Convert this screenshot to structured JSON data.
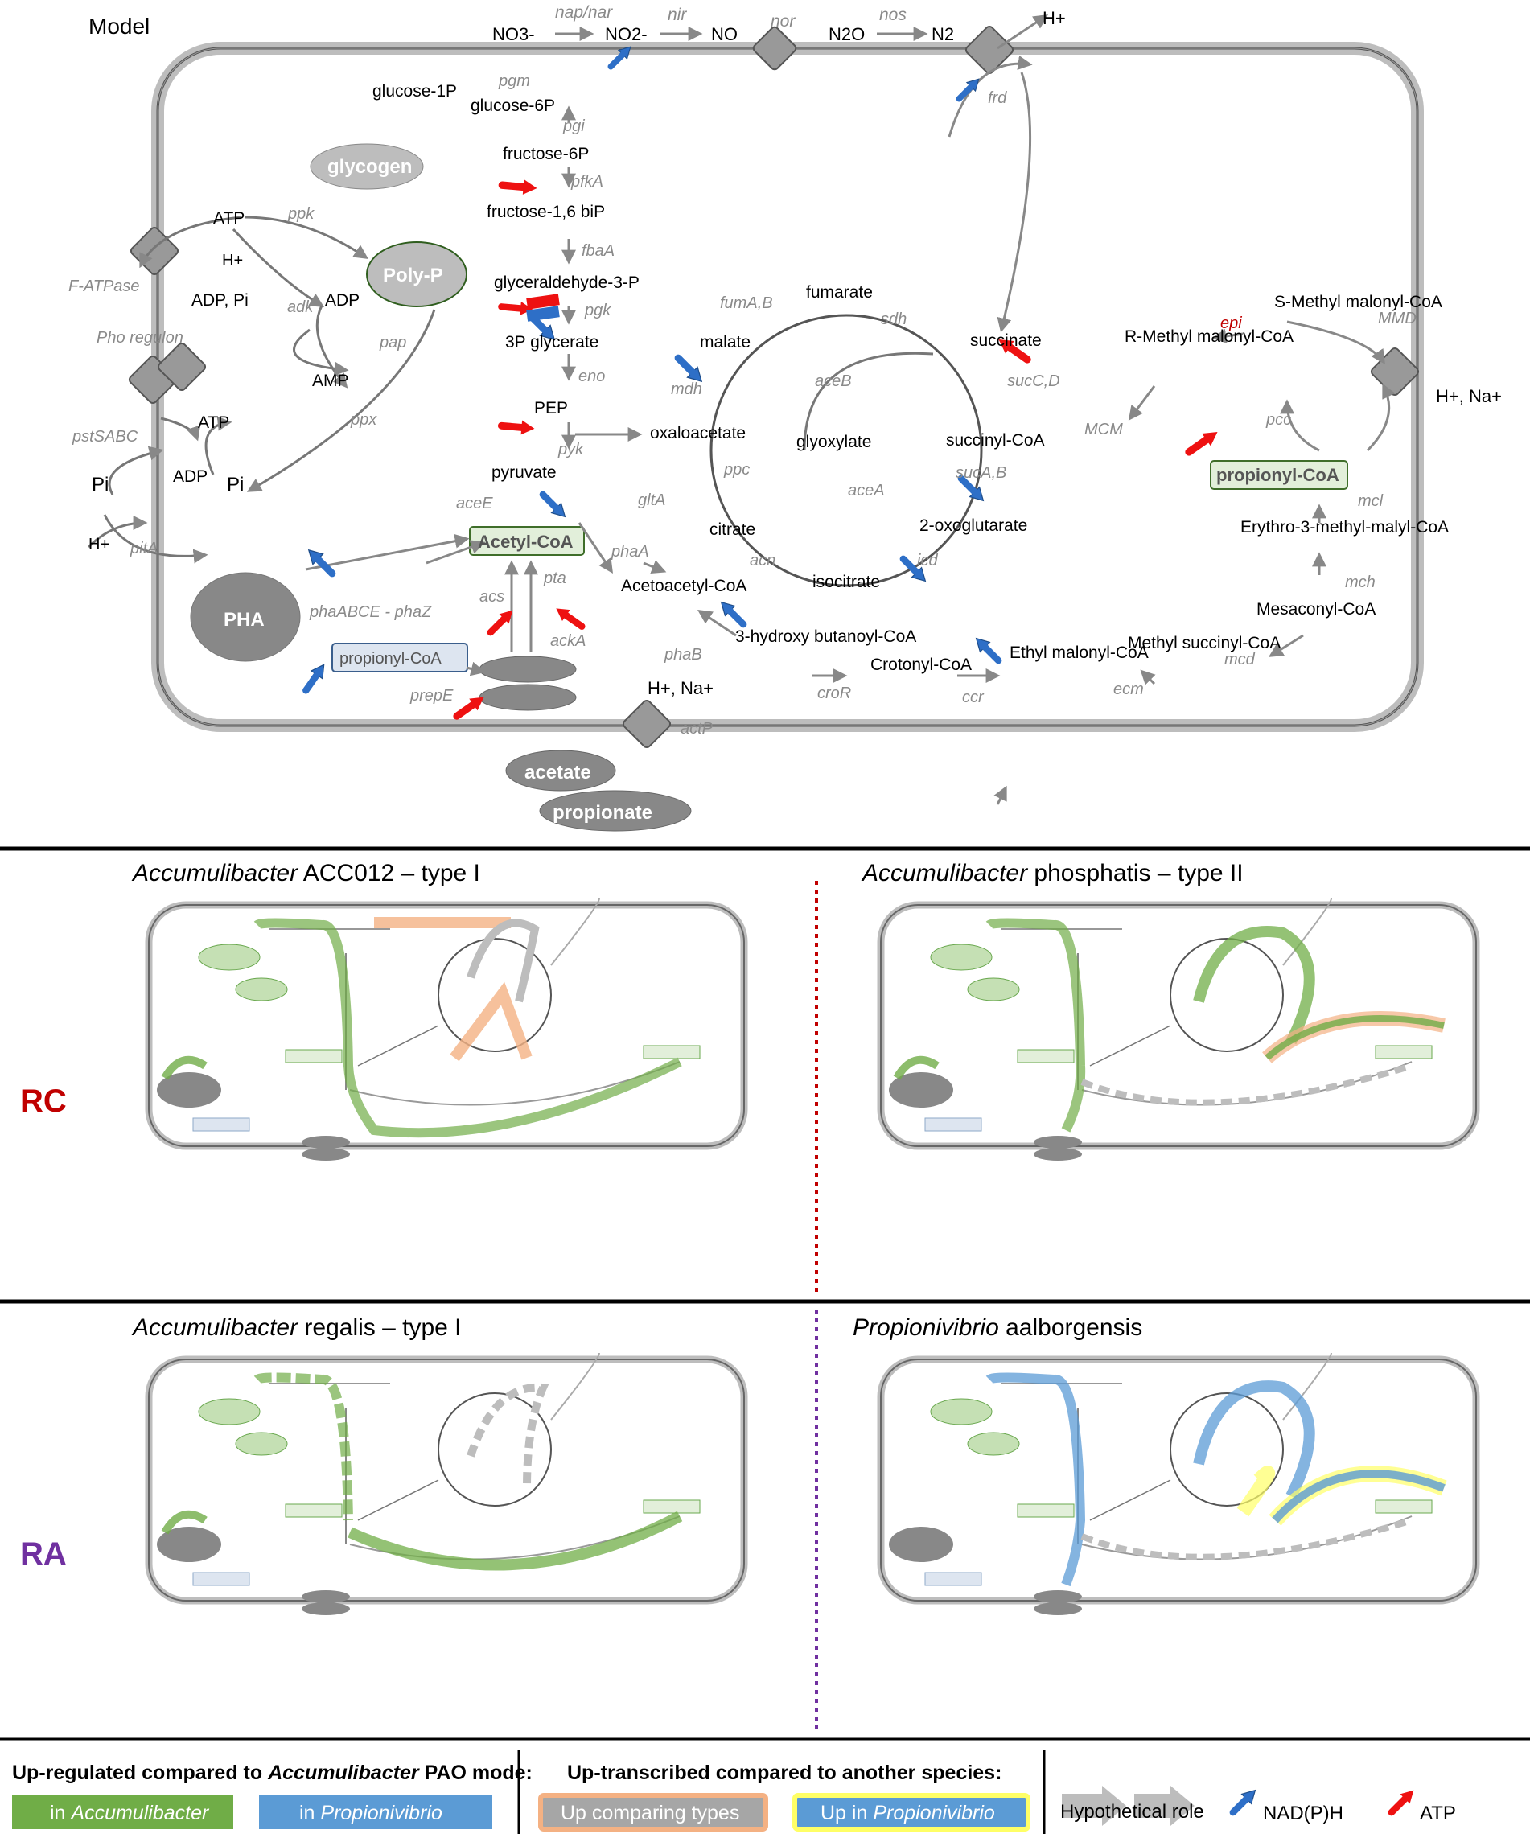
{
  "model": {
    "title": "Model",
    "metabolites": {
      "no3": "NO3-",
      "no2": "NO2-",
      "no": "NO",
      "n2o": "N2O",
      "n2": "N2",
      "glucose1p": "glucose-1P",
      "glucose6p": "glucose-6P",
      "fructose6p": "fructose-6P",
      "fructose16": "fructose-1,6 biP",
      "g3p": "glyceraldehyde-3-P",
      "pg3": "3P glycerate",
      "pep": "PEP",
      "pyruvate": "pyruvate",
      "oxaloacetate": "oxaloacetate",
      "malate": "malate",
      "fumarate": "fumarate",
      "succinate": "succinate",
      "succinylcoa": "succinyl-CoA",
      "oxoglutarate": "2-oxoglutarate",
      "isocitrate": "isocitrate",
      "citrate": "citrate",
      "glyoxylate": "glyoxylate",
      "acetylcoa": "Acetyl-CoA",
      "acetoacetylcoa": "Acetoacetyl-CoA",
      "hydroxybutanoyl": "3-hydroxy butanoyl-CoA",
      "crotonyl": "Crotonyl-CoA",
      "ethylmalonyl": "Ethyl malonyl-CoA",
      "methylsuccinyl": "Methyl succinyl-CoA",
      "mesaconyl": "Mesaconyl-CoA",
      "erythro": "Erythro-3-methyl-malyl-CoA",
      "propionylcoa": "propionyl-CoA",
      "rmethyl": "R-Methyl malonyl-CoA",
      "smethyl": "S-Methyl malonyl-CoA",
      "hplus": "H+",
      "hna": "H+, Na+",
      "atp": "ATP",
      "adp": "ADP",
      "adppi": "ADP, Pi",
      "amp": "AMP",
      "pi": "Pi",
      "glycogen": "glycogen",
      "polyp": "Poly-P",
      "pha": "PHA",
      "acetate": "acetate",
      "propionate": "propionate"
    },
    "enzymes": {
      "napnar": "nap/nar",
      "nir": "nir",
      "nor": "nor",
      "nos": "nos",
      "pgm": "pgm",
      "pgi": "pgi",
      "pfka": "pfkA",
      "fbaa": "fbaA",
      "pgk": "pgk",
      "eno": "eno",
      "pyk": "pyk",
      "acee": "aceE",
      "glta": "gltA",
      "ppc": "ppc",
      "acn": "acn",
      "icd": "icd",
      "sucab": "sucA,B",
      "succd": "sucC,D",
      "frd": "frd",
      "sdh": "sdh",
      "fumab": "fumA,B",
      "mdh": "mdh",
      "aceb": "aceB",
      "acea": "aceA",
      "mcm": "MCM",
      "epi": "epi",
      "mmd": "MMD",
      "pcc": "pcc",
      "mcl": "mcl",
      "mch": "mch",
      "mcd": "mcd",
      "ecm": "ecm",
      "ccr": "ccr",
      "cror": "croR",
      "phab": "phaB",
      "phaa": "phaA",
      "pta": "pta",
      "acka": "ackA",
      "acs": "acs",
      "prepe": "prepE",
      "actp": "actP",
      "phaabce": "phaABCE - phaZ",
      "ppk": "ppk",
      "adk": "adk",
      "pap": "pap",
      "ppx": "ppx",
      "fatpase": "F-ATPase",
      "pho": "Pho regulon",
      "pstsabc": "pstSABC",
      "pita": "pitA"
    }
  },
  "panels": [
    {
      "genus": "Accumulibacter",
      "rest": " ACC012 – type I"
    },
    {
      "genus": "Accumulibacter",
      "rest": " phosphatis – type II"
    },
    {
      "genus": "Accumulibacter",
      "rest": " regalis – type I"
    },
    {
      "genus": "Propionivibrio",
      "rest": " aalborgensis"
    }
  ],
  "rows": {
    "rc": "RC",
    "ra": "RA"
  },
  "legend": {
    "up_reg_prefix": "Up-regulated compared to ",
    "up_reg_genus": "Accumulibacter",
    "up_reg_suffix": " PAO mode:",
    "in_acc_prefix": "in ",
    "in_acc_genus": "Accumulibacter",
    "in_prop_prefix": "in ",
    "in_prop_genus": "Propionivibrio",
    "up_trans": "Up-transcribed compared to another species:",
    "up_types": "Up comparing types",
    "up_prop_prefix": "Up in ",
    "up_prop_genus": "Propionivibrio",
    "hyp": "Hypothetical role",
    "nadph": "NAD(P)H",
    "atp": "ATP"
  },
  "colors": {
    "green": "#70ad47",
    "blue": "#5b9bd5",
    "orange": "#f4b183",
    "yellow": "#ffff66",
    "nadph_arrow": "#2e6fc7",
    "atp_arrow": "#ee1111",
    "rc_label": "#c00000",
    "ra_label": "#7030a0"
  }
}
